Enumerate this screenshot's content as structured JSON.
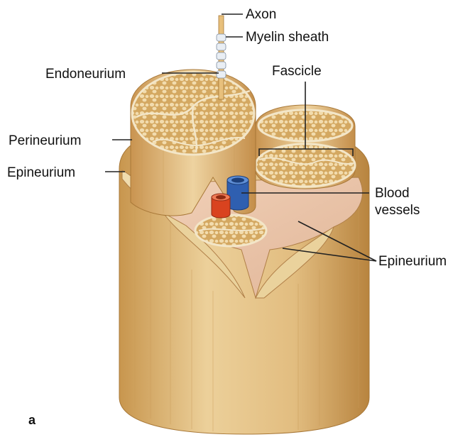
{
  "labels": {
    "axon": "Axon",
    "myelin_sheath": "Myelin sheath",
    "endoneurium": "Endoneurium",
    "fascicle": "Fascicle",
    "perineurium": "Perineurium",
    "epineurium_left": "Epineurium",
    "blood_vessels_line1": "Blood",
    "blood_vessels_line2": "vessels",
    "epineurium_right": "Epineurium",
    "panel_letter": "a"
  },
  "colors": {
    "nerve_tan": "#e6c488",
    "nerve_shadow": "#c99b55",
    "fascicle_face": "#d9b06c",
    "perineurium_line": "#f3e6c8",
    "inner_pink": "#efc8b0",
    "artery_red": "#d9431f",
    "vein_blue": "#2f5fb0"
  }
}
